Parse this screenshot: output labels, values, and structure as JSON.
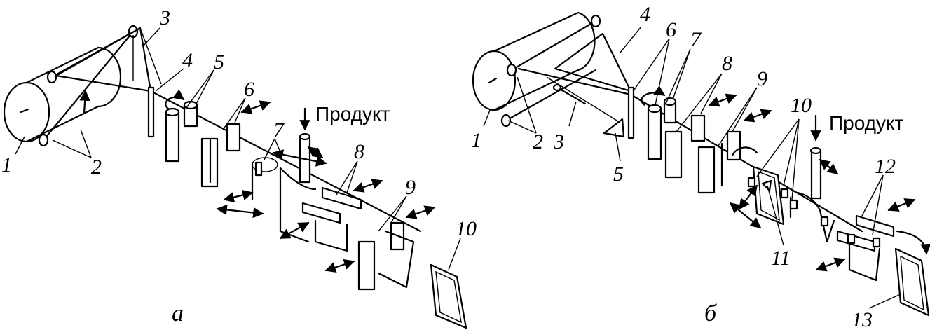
{
  "diagram_a": {
    "caption": "а",
    "product_label": "Продукт",
    "labels": [
      "1",
      "2",
      "3",
      "4",
      "5",
      "6",
      "7",
      "8",
      "9",
      "10"
    ]
  },
  "diagram_b": {
    "caption": "б",
    "product_label": "Продукт",
    "labels": [
      "1",
      "2",
      "3",
      "4",
      "5",
      "6",
      "7",
      "8",
      "9",
      "10",
      "11",
      "12",
      "13"
    ]
  }
}
